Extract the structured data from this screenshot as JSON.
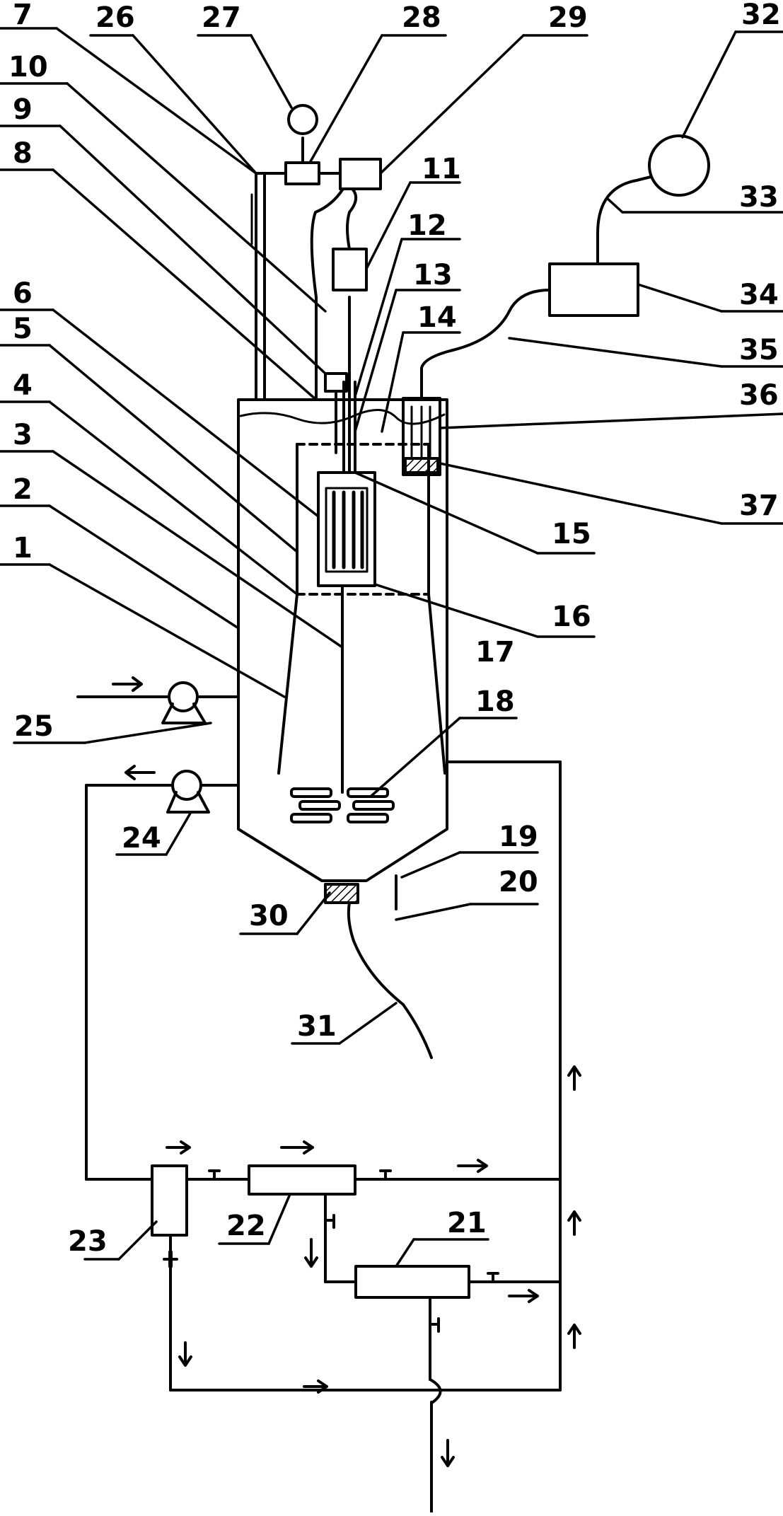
{
  "labels": {
    "n1": "1",
    "n2": "2",
    "n3": "3",
    "n4": "4",
    "n5": "5",
    "n6": "6",
    "n7": "7",
    "n8": "8",
    "n9": "9",
    "n10": "10",
    "n11": "11",
    "n12": "12",
    "n13": "13",
    "n14": "14",
    "n15": "15",
    "n16": "16",
    "n17": "17",
    "n18": "18",
    "n19": "19",
    "n20": "20",
    "n21": "21",
    "n22": "22",
    "n23": "23",
    "n24": "24",
    "n25": "25",
    "n26": "26",
    "n27": "27",
    "n28": "28",
    "n29": "29",
    "n30": "30",
    "n31": "31",
    "n32": "32",
    "n33": "33",
    "n34": "34",
    "n35": "35",
    "n36": "36",
    "n37": "37"
  },
  "colors": {
    "ink": "#000000",
    "paper": "#ffffff"
  }
}
